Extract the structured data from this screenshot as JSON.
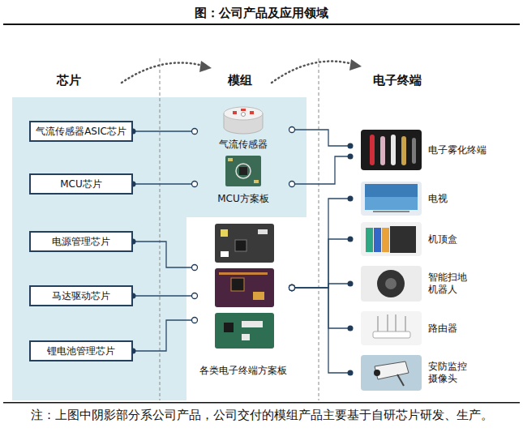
{
  "diagram": {
    "title": "图：公司产品及应用领域",
    "caption": "注：上图中阴影部分系公司产品，公司交付的模组产品主要基于自研芯片研发、生产。",
    "nodes": [
      {
        "text": [
          "气流传感器ASIC芯片"
        ]
      },
      {
        "text": [
          "MCU芯片"
        ]
      },
      {
        "text": [
          "电源管理芯片"
        ]
      },
      {
        "text": [
          "马达驱动芯片"
        ]
      },
      {
        "text": [
          "锂电池管理芯片"
        ]
      },
      {
        "text": [
          "气流传感器"
        ]
      },
      {
        "text": [
          "MCU方案板"
        ]
      },
      {
        "text": [
          "各类电子终端方案板"
        ]
      },
      {
        "text": [
          "电子雾化终端"
        ]
      },
      {
        "text": [
          "电视"
        ]
      },
      {
        "text": [
          "机顶盒"
        ]
      },
      {
        "text": [
          "智能扫地 机器人"
        ]
      },
      {
        "text": [
          "路由器"
        ]
      },
      {
        "text": [
          "安防监控 摄像头"
        ]
      }
    ],
    "edges": [
      {
        "from": 0,
        "to": 5,
        "arrow": "none"
      },
      {
        "from": 1,
        "to": 6,
        "arrow": "none"
      },
      {
        "from": 2,
        "to": 7,
        "arrow": "none"
      },
      {
        "from": 3,
        "to": 7,
        "arrow": "none"
      },
      {
        "from": 4,
        "to": 7,
        "arrow": "none"
      },
      {
        "from": 5,
        "to": 8,
        "arrow": "none"
      },
      {
        "from": 6,
        "to": 8,
        "arrow": "none"
      },
      {
        "from": 7,
        "to": 9,
        "arrow": "none"
      },
      {
        "from": 7,
        "to": 10,
        "arrow": "none"
      },
      {
        "from": 7,
        "to": 11,
        "arrow": "none"
      },
      {
        "from": 7,
        "to": 12,
        "arrow": "none"
      },
      {
        "from": 7,
        "to": 13,
        "arrow": "none"
      }
    ],
    "labels": [
      "芯片",
      "模组",
      "电子终端"
    ]
  }
}
